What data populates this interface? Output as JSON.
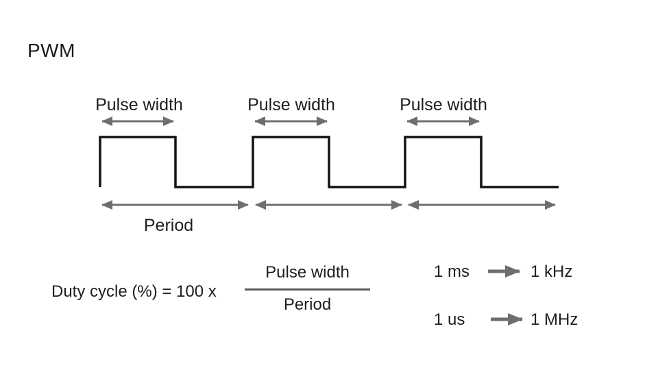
{
  "title": "PWM",
  "colors": {
    "background": "#ffffff",
    "text": "#1e1e1e",
    "waveform": "#111111",
    "arrow_gray": "#6e6e6e",
    "fraction_bar": "#595959"
  },
  "diagram": {
    "pulse_width_labels": [
      "Pulse width",
      "Pulse width",
      "Pulse width"
    ],
    "period_label": "Period"
  },
  "formula": {
    "lhs": "Duty cycle (%) = 100 x",
    "numerator": "Pulse width",
    "denominator": "Period"
  },
  "conversions": [
    {
      "from": "1 ms",
      "to": "1 kHz"
    },
    {
      "from": "1 us",
      "to": "1 MHz"
    }
  ]
}
